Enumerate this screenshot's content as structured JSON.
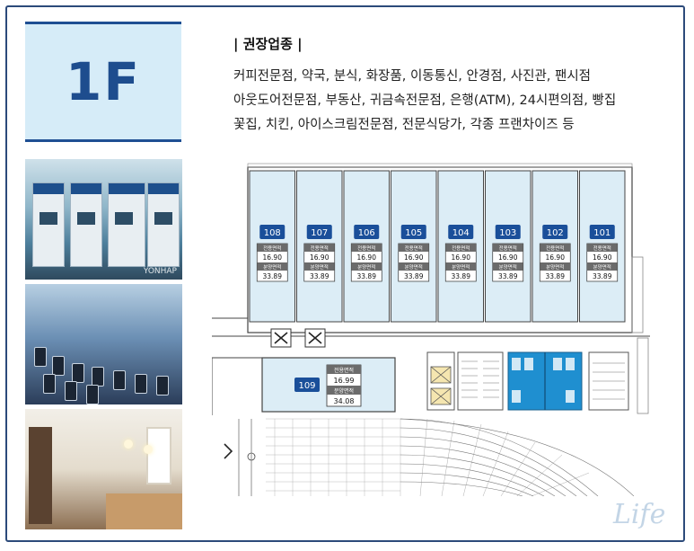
{
  "floor": {
    "label": "1F"
  },
  "category": {
    "title": "| 권장업종 |",
    "lines": [
      "커피전문점, 약국, 분식, 화장품, 이동통신, 안경점, 사진관, 팬시점",
      "아웃도어전문점, 부동산, 귀금속전문점, 은행(ATM), 24시편의점, 빵집",
      "꽃집, 치킨, 아이스크림전문점, 전문식당가, 각종 프랜차이즈 등"
    ]
  },
  "photos": {
    "atm_watermark": "YONHAP"
  },
  "plan": {
    "area_label_exclusive": "전용면적",
    "area_label_sale": "분양면적",
    "units": [
      {
        "id": "108",
        "exclusive": "16.90",
        "sale": "33.89"
      },
      {
        "id": "107",
        "exclusive": "16.90",
        "sale": "33.89"
      },
      {
        "id": "106",
        "exclusive": "16.90",
        "sale": "33.89"
      },
      {
        "id": "105",
        "exclusive": "16.90",
        "sale": "33.89"
      },
      {
        "id": "104",
        "exclusive": "16.90",
        "sale": "33.89"
      },
      {
        "id": "103",
        "exclusive": "16.90",
        "sale": "33.89"
      },
      {
        "id": "102",
        "exclusive": "16.90",
        "sale": "33.89"
      },
      {
        "id": "101",
        "exclusive": "16.90",
        "sale": "33.89"
      }
    ],
    "unit109": {
      "id": "109",
      "exclusive": "16.99",
      "sale": "34.08"
    },
    "colors": {
      "unit_fill": "#dcedf6",
      "badge": "#1a4f9a",
      "wc": "#1f8fd0",
      "elevator": "#f5e6b0"
    }
  },
  "brand": {
    "life": "Life"
  }
}
